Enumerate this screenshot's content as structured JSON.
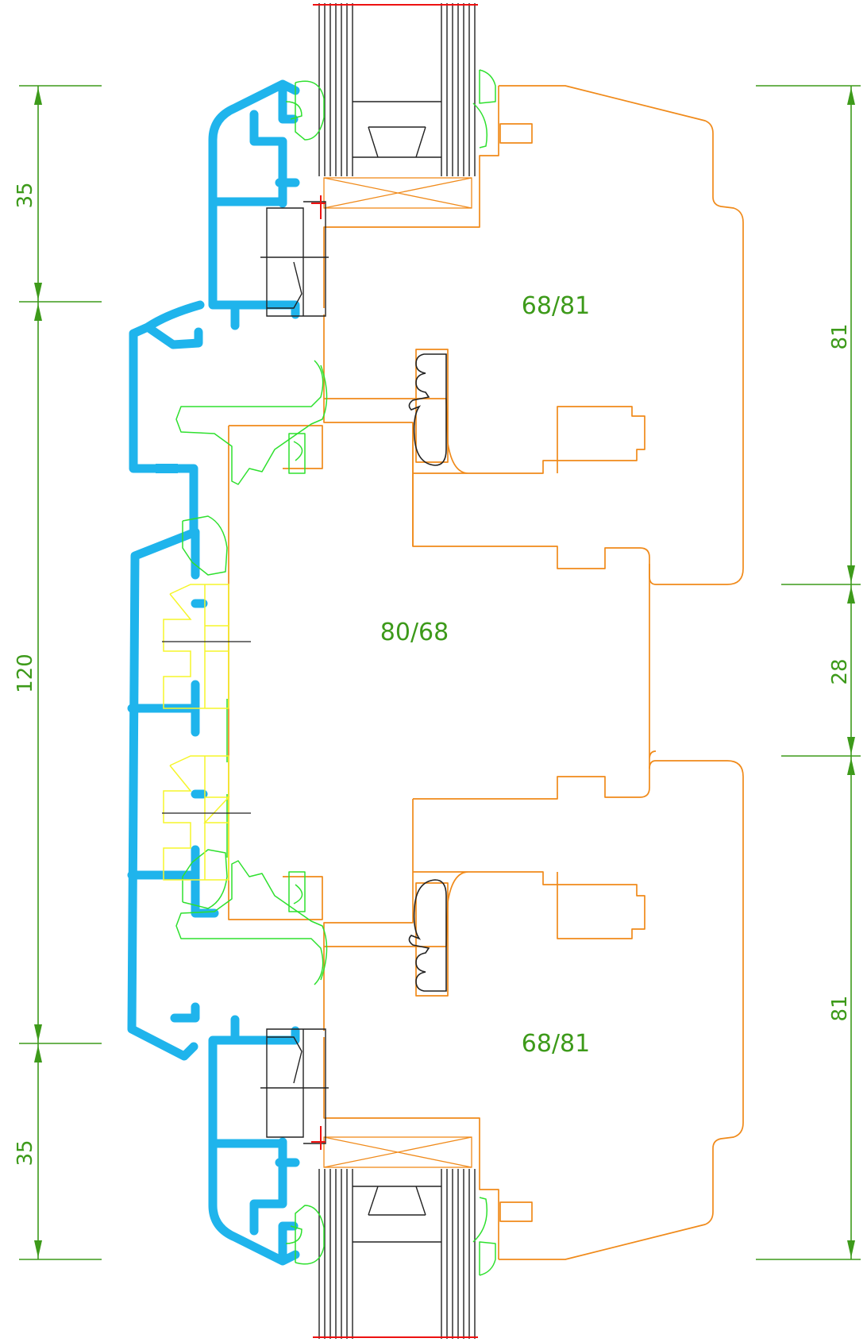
{
  "colors": {
    "dimension": "#3d9a1a",
    "aluminium": "#1fb4ec",
    "wood": "#f08a1a",
    "gasket": "#2ee02e",
    "hardware": "#f5f52a",
    "glass": "#222222",
    "mark": "#ee1111"
  },
  "dimensions": {
    "left": [
      "35",
      "120",
      "35"
    ],
    "right": [
      "81",
      "28",
      "81"
    ]
  },
  "labels": {
    "top_sash": "68/81",
    "middle_frame": "80/68",
    "bottom_sash": "68/81"
  }
}
